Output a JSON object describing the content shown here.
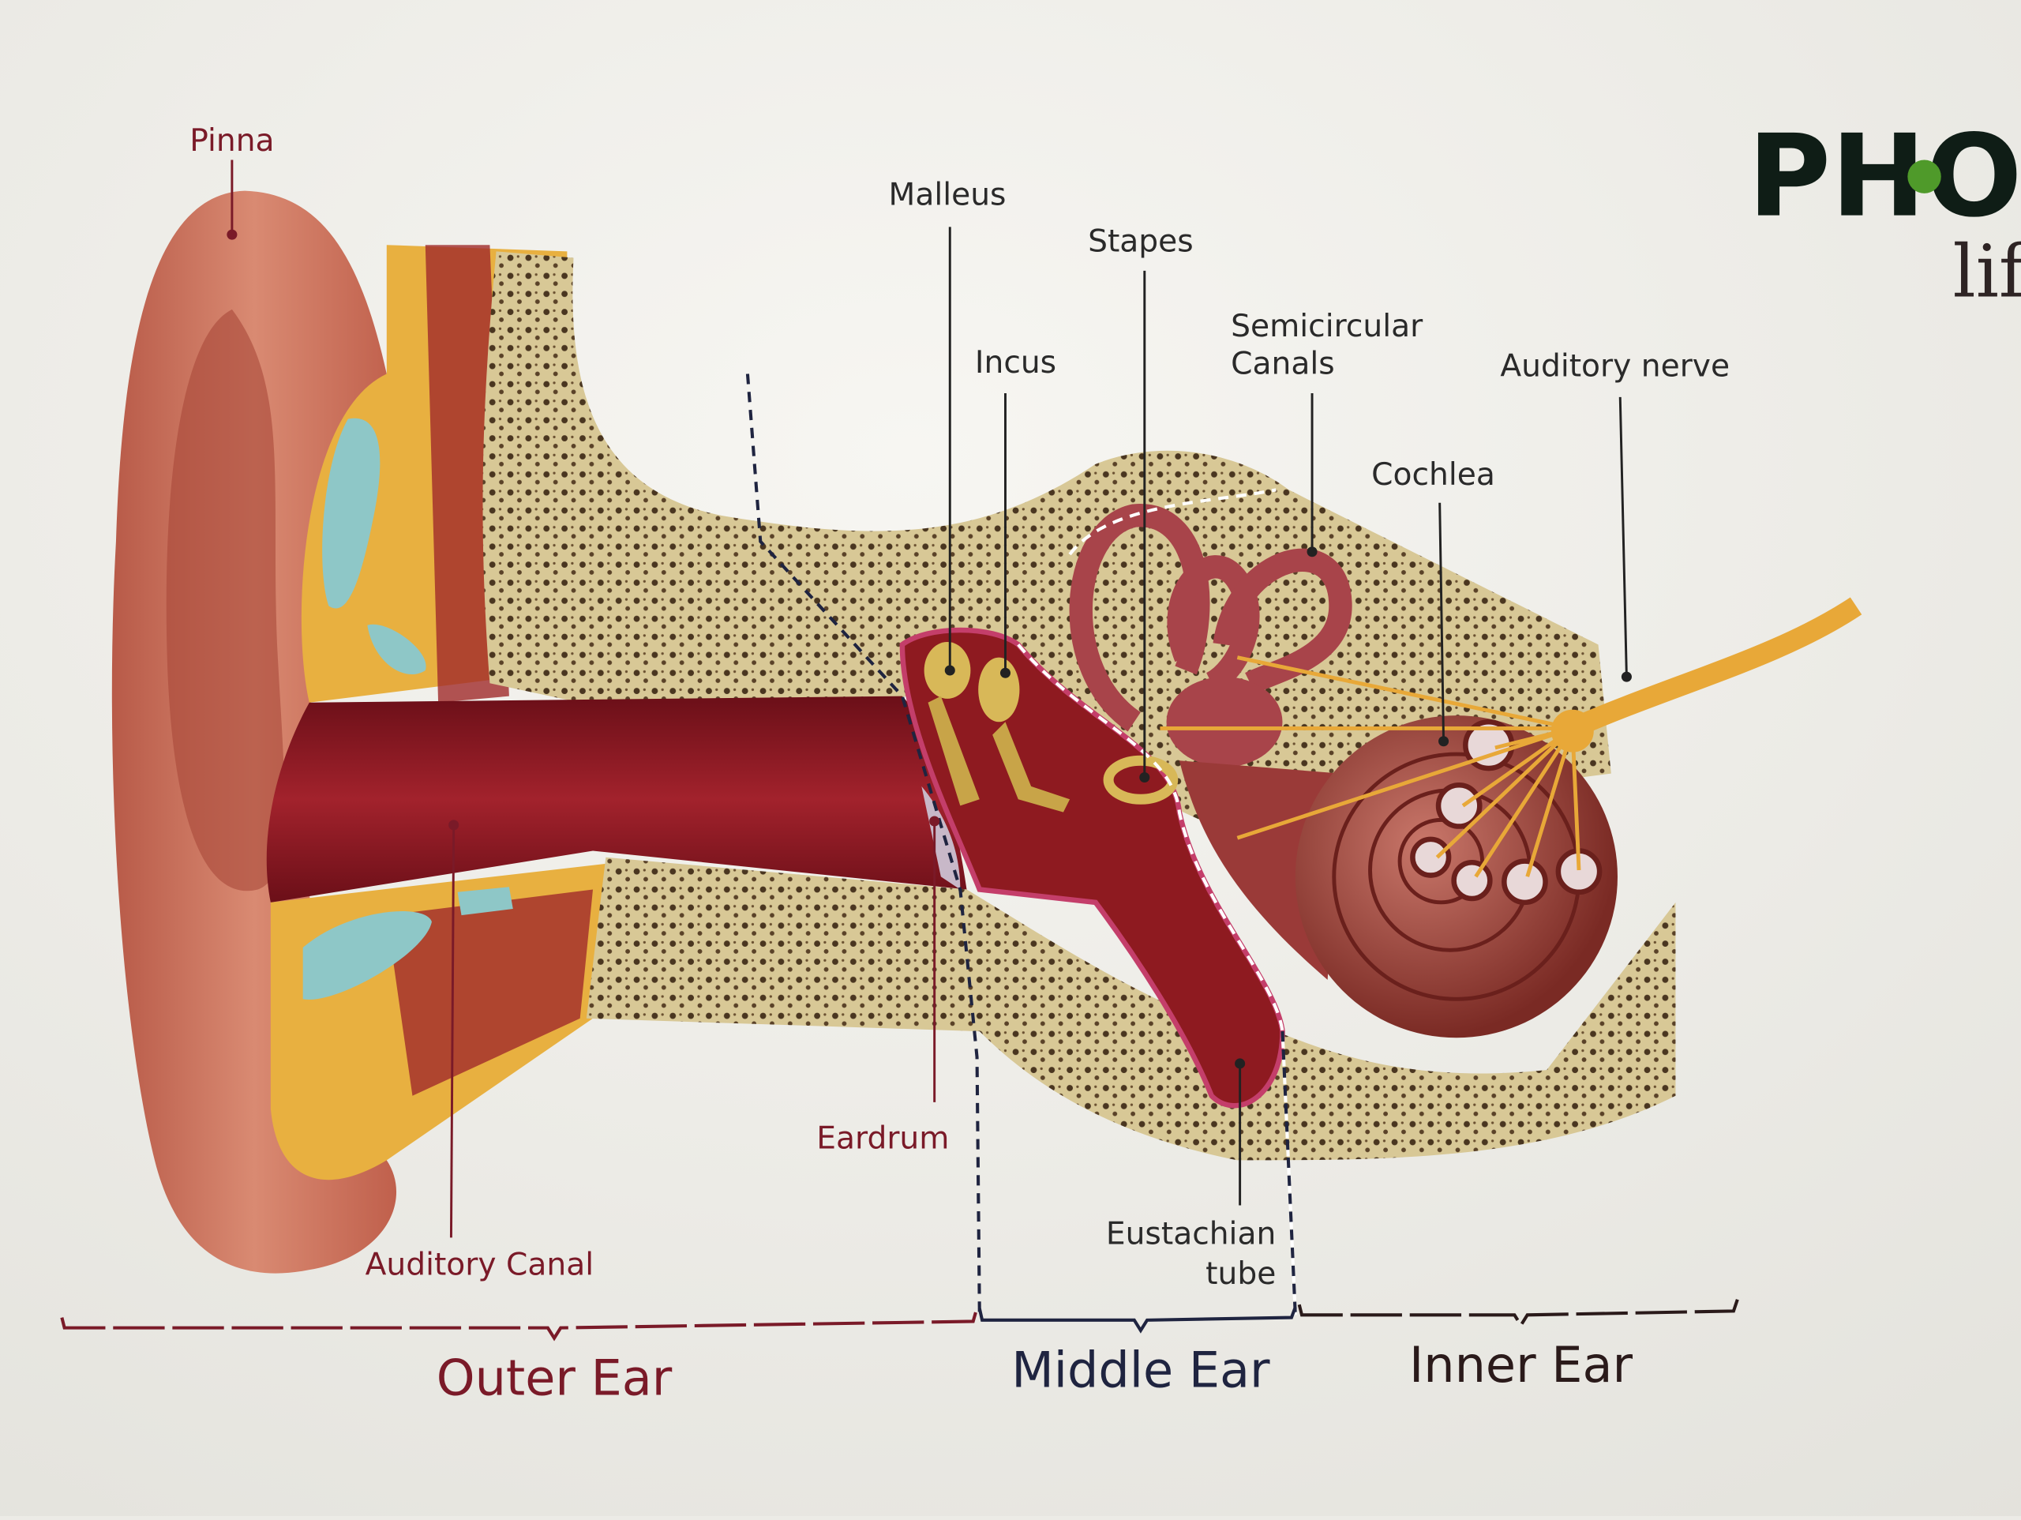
{
  "logo": {
    "text": "PHON",
    "subtext": "lif",
    "dot_color": "#4f9a2a",
    "text_color": "#0f1d16"
  },
  "labels": {
    "pinna": "Pinna",
    "malleus": "Malleus",
    "incus": "Incus",
    "stapes": "Stapes",
    "semicircular_line1": "Semicircular",
    "semicircular_line2": "Canals",
    "auditory_nerve": "Auditory nerve",
    "cochlea": "Cochlea",
    "eardrum": "Eardrum",
    "auditory_canal": "Auditory Canal",
    "eustachian_line1": "Eustachian",
    "eustachian_line2": "tube"
  },
  "sections": {
    "outer": "Outer Ear",
    "middle": "Middle Ear",
    "inner": "Inner Ear"
  },
  "colors": {
    "outer": "#7a1a28",
    "middle": "#1f2440",
    "inner": "#2a1a1a"
  }
}
